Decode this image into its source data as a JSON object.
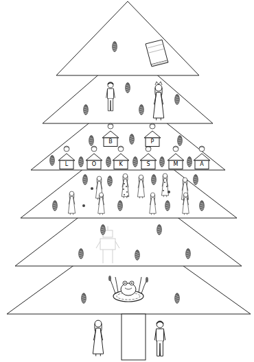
{
  "diagram": {
    "nodes": [
      {
        "text": [
          "B"
        ]
      },
      {
        "text": [
          "P"
        ]
      },
      {
        "text": [
          "L"
        ]
      },
      {
        "text": [
          "O"
        ]
      },
      {
        "text": [
          "K"
        ]
      },
      {
        "text": [
          "S"
        ]
      },
      {
        "text": [
          "M"
        ]
      },
      {
        "text": [
          "A"
        ]
      }
    ]
  }
}
